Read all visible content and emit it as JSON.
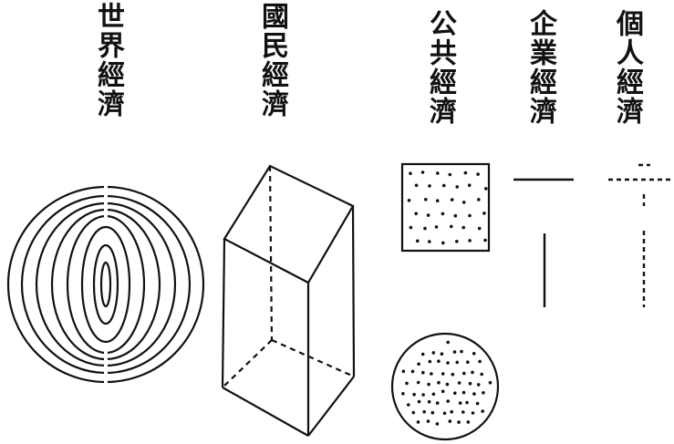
{
  "labels": {
    "world": "世界經濟",
    "nation": "國民經濟",
    "public": "公共經濟",
    "firm": "企業經濟",
    "person": "個人經濟"
  }
}
